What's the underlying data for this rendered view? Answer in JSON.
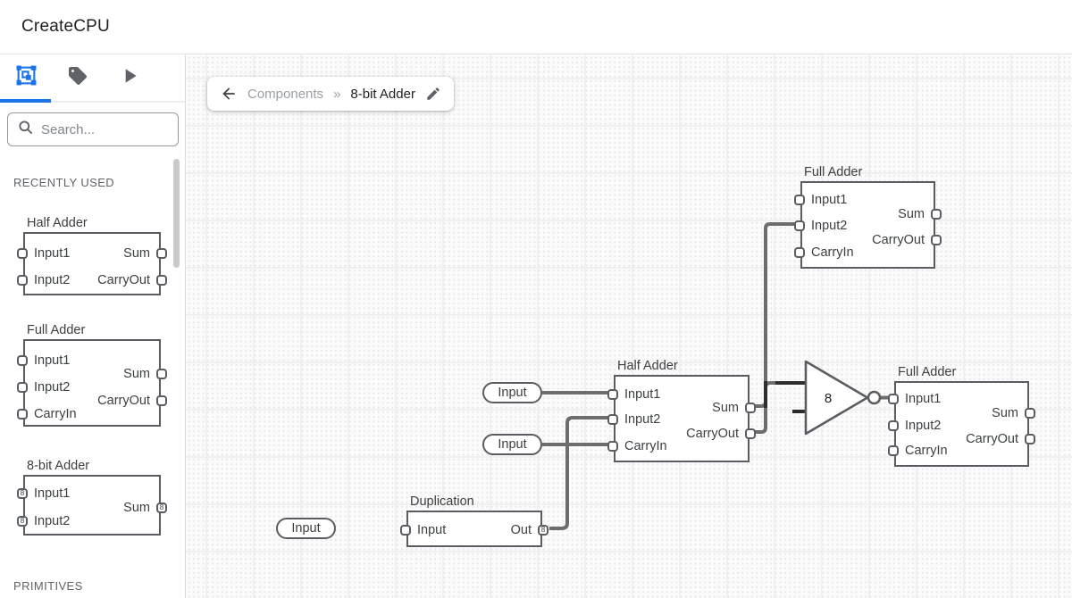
{
  "header": {
    "title": "CreateCPU"
  },
  "sidebar": {
    "tabs": [
      {
        "name": "components",
        "icon": "component-icon",
        "active": true
      },
      {
        "name": "tags",
        "icon": "tag-icon",
        "active": false
      },
      {
        "name": "simulate",
        "icon": "play-icon",
        "active": false
      }
    ],
    "search_placeholder": "Search...",
    "section_recent": "RECENTLY USED",
    "section_primitives": "PRIMITIVES",
    "items": [
      {
        "title": "Half Adder",
        "in1": "Input1",
        "in2": "Input2",
        "out1": "Sum",
        "out2": "CarryOut"
      },
      {
        "title": "Full Adder",
        "in1": "Input1",
        "in2": "Input2",
        "in3": "CarryIn",
        "out1": "Sum",
        "out2": "CarryOut"
      },
      {
        "title": "8-bit Adder",
        "in1": "Input1",
        "in2": "Input2",
        "out1": "Sum",
        "bus": "8"
      }
    ]
  },
  "breadcrumb": {
    "parent": "Components",
    "separator": "»",
    "current": "8-bit Adder"
  },
  "canvas": {
    "full_adder_top": {
      "title": "Full Adder",
      "in1": "Input1",
      "in2": "Input2",
      "in3": "CarryIn",
      "out1": "Sum",
      "out2": "CarryOut"
    },
    "half_adder": {
      "title": "Half Adder",
      "in1": "Input1",
      "in2": "Input2",
      "in3": "CarryIn",
      "out1": "Sum",
      "out2": "CarryOut"
    },
    "full_adder_right": {
      "title": "Full Adder",
      "in1": "Input1",
      "in2": "Input2",
      "in3": "CarryIn",
      "out1": "Sum",
      "out2": "CarryOut"
    },
    "duplication": {
      "title": "Duplication",
      "in1": "Input",
      "out1": "Out",
      "bus": "8"
    },
    "gate": {
      "label": "8"
    },
    "input_pills": [
      {
        "label": "Input"
      },
      {
        "label": "Input"
      },
      {
        "label": "Input"
      }
    ]
  },
  "colors": {
    "accent": "#1a73e8",
    "wire": "#6d6d6d",
    "node_border": "#595d62",
    "canvas_bg": "#fbfbfb"
  }
}
